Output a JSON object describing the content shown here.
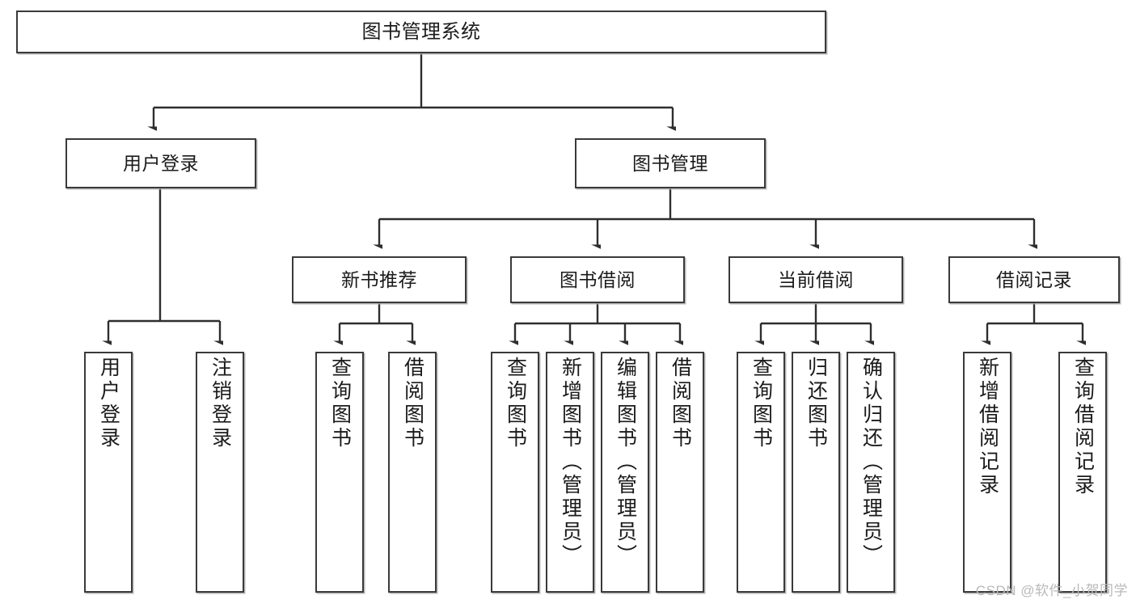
{
  "diagram": {
    "title": "图书管理系统",
    "type": "tree",
    "watermark": "CSDN @软件_小贺同学",
    "colors": {
      "box_border": "#3a3a3a",
      "box_fill": "#ffffff",
      "connector": "#2e2e2e",
      "text": "#1b1b1b",
      "watermark": "#b9b9b9",
      "background": "#ffffff"
    },
    "nodes": {
      "root": {
        "label": "图书管理系统"
      },
      "level2": [
        {
          "id": "user-login",
          "label": "用户登录"
        },
        {
          "id": "book-manage",
          "label": "图书管理"
        }
      ],
      "level3": [
        {
          "id": "new-book-recommend",
          "label": "新书推荐"
        },
        {
          "id": "book-borrow",
          "label": "图书借阅"
        },
        {
          "id": "current-borrow",
          "label": "当前借阅"
        },
        {
          "id": "borrow-record",
          "label": "借阅记录"
        }
      ],
      "leaves": [
        {
          "id": "leaf-user-login",
          "label": "用户登录",
          "parent": "user-login"
        },
        {
          "id": "leaf-user-logout",
          "label": "注销登录",
          "parent": "user-login"
        },
        {
          "id": "leaf-query-book-1",
          "label": "查询图书",
          "parent": "new-book-recommend"
        },
        {
          "id": "leaf-borrow-book-1",
          "label": "借阅图书",
          "parent": "new-book-recommend"
        },
        {
          "id": "leaf-query-book-2",
          "label": "查询图书",
          "parent": "book-borrow"
        },
        {
          "id": "leaf-add-book",
          "label": "新增图书（管理员）",
          "parent": "book-borrow"
        },
        {
          "id": "leaf-edit-book",
          "label": "编辑图书（管理员）",
          "parent": "book-borrow"
        },
        {
          "id": "leaf-borrow-book-2",
          "label": "借阅图书",
          "parent": "book-borrow"
        },
        {
          "id": "leaf-query-book-3",
          "label": "查询图书",
          "parent": "current-borrow"
        },
        {
          "id": "leaf-return-book",
          "label": "归还图书",
          "parent": "current-borrow"
        },
        {
          "id": "leaf-confirm-return",
          "label": "确认归还（管理员）",
          "parent": "current-borrow"
        },
        {
          "id": "leaf-add-record",
          "label": "新增借阅记录",
          "parent": "borrow-record"
        },
        {
          "id": "leaf-query-record",
          "label": "查询借阅记录",
          "parent": "borrow-record"
        }
      ]
    }
  }
}
